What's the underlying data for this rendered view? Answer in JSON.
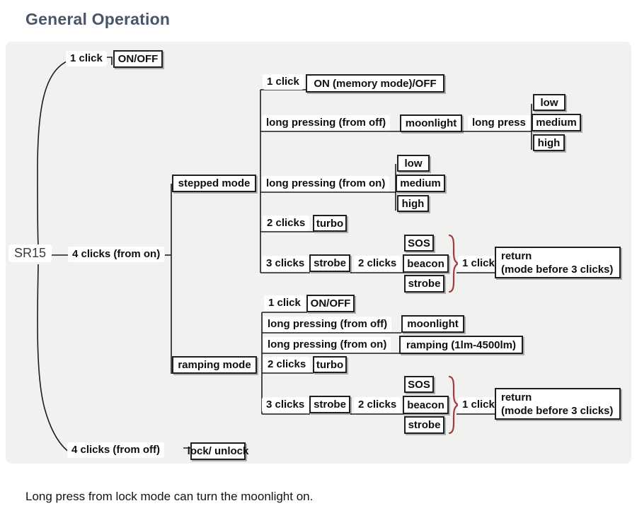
{
  "title": "General Operation",
  "root": {
    "label": "SR15"
  },
  "top_branch": {
    "trigger": "1 click",
    "result": "ON/OFF"
  },
  "mode_branch": {
    "trigger": "4 clicks (from on)",
    "stepped_label": "stepped mode",
    "ramping_label": "ramping mode"
  },
  "lock_branch": {
    "trigger": "4 clicks (from off)",
    "result": "lock/ unlock"
  },
  "stepped": {
    "click1": {
      "trigger": "1 click",
      "result": "ON (memory mode)/OFF"
    },
    "longpress_off": {
      "trigger": "long pressing (from off)",
      "result": "moonlight",
      "then_trigger": "long press",
      "levels": [
        "low",
        "medium",
        "high"
      ]
    },
    "longpress_on": {
      "trigger": "long pressing (from on)",
      "levels": [
        "low",
        "medium",
        "high"
      ]
    },
    "clicks2": {
      "trigger": "2 clicks",
      "result": "turbo"
    },
    "clicks3": {
      "trigger": "3 clicks",
      "result": "strobe",
      "then_trigger": "2 clicks",
      "submodes": [
        "SOS",
        "beacon",
        "strobe"
      ],
      "return_trigger": "1 click",
      "return_result_line1": "return",
      "return_result_line2": "(mode before 3 clicks)"
    }
  },
  "ramping": {
    "click1": {
      "trigger": "1 click",
      "result": "ON/OFF"
    },
    "longpress_off": {
      "trigger": "long pressing (from off)",
      "result": "moonlight"
    },
    "longpress_on": {
      "trigger": "long pressing (from on)",
      "result": "ramping (1lm-4500lm)"
    },
    "clicks2": {
      "trigger": "2 clicks",
      "result": "turbo"
    },
    "clicks3": {
      "trigger": "3 clicks",
      "result": "strobe",
      "then_trigger": "2 clicks",
      "submodes": [
        "SOS",
        "beacon",
        "strobe"
      ],
      "return_trigger": "1 click",
      "return_result_line1": "return",
      "return_result_line2": "(mode before 3 clicks)"
    }
  },
  "footnote": "Long press from lock mode can turn the moonlight on.",
  "colors": {
    "title": "#47566b",
    "panel_bg": "#f1f1ef",
    "line": "#1d1d1d",
    "brace": "#a13c3c",
    "box_border": "#1f1f1f"
  }
}
